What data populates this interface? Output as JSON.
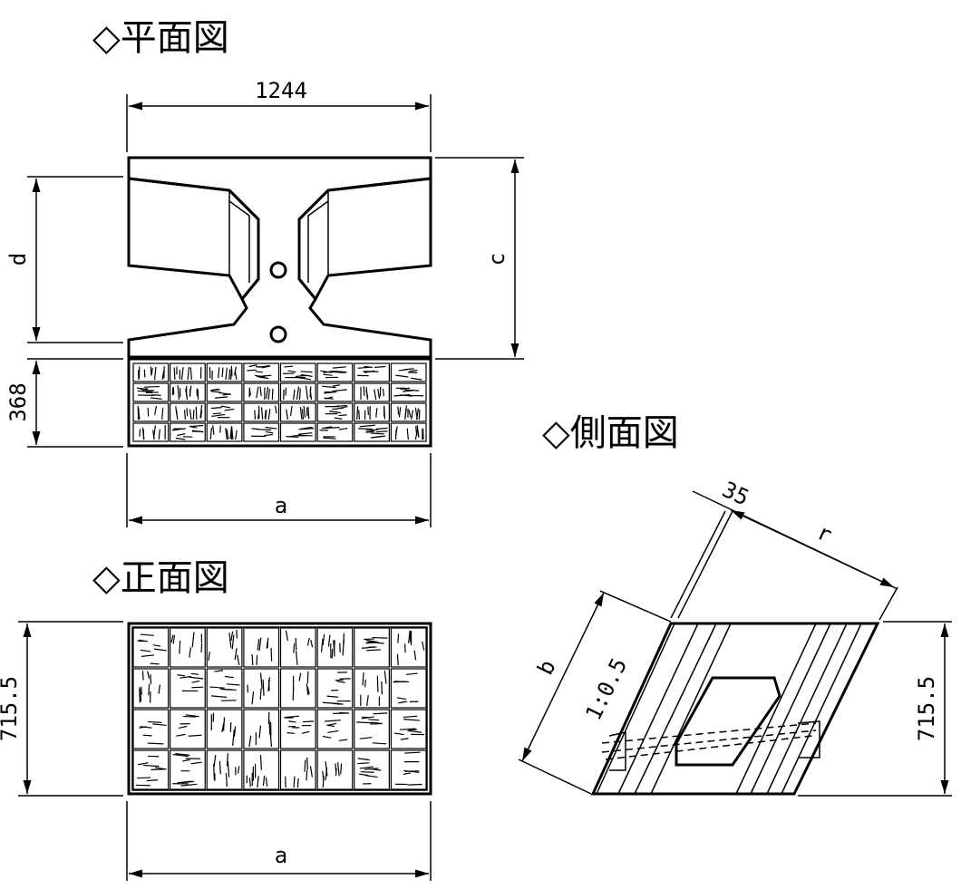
{
  "titles": {
    "plan": "◇平面図",
    "side": "◇側面図",
    "front": "◇正面図"
  },
  "plan": {
    "width_label": "1244",
    "d_label": "d",
    "c_label": "c",
    "depth_label": "368",
    "a_label": "a"
  },
  "front": {
    "height_label": "715.5",
    "a_label": "a"
  },
  "side": {
    "top_label": "35",
    "r_label": "r",
    "b_label": "b",
    "slope_label": "1:0.5",
    "height_label": "715.5"
  }
}
